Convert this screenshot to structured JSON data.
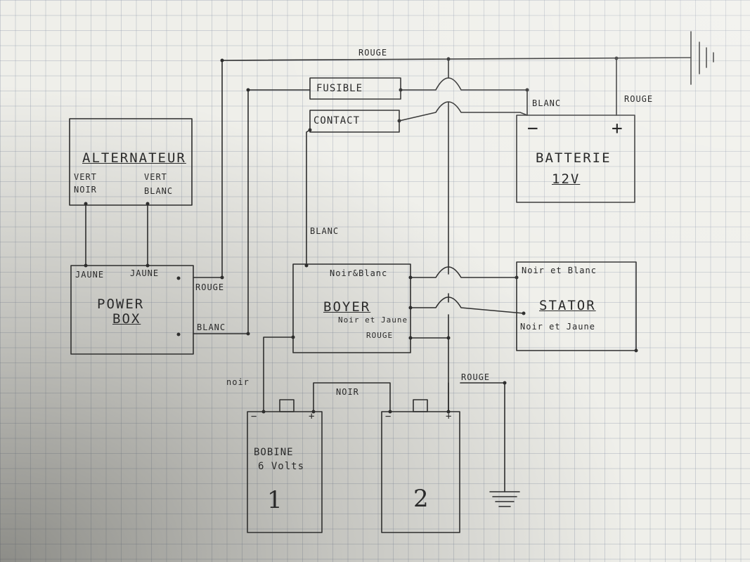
{
  "components": {
    "alternateur": {
      "title": "Alternateur",
      "term1_line1": "Vert",
      "term1_line2": "Noir",
      "term2_line1": "Vert",
      "term2_line2": "Blanc"
    },
    "power_box": {
      "title_line1": "Power",
      "title_line2": "Box",
      "term1": "Jaune",
      "term2": "Jaune"
    },
    "fusible": {
      "label": "Fusible"
    },
    "contact": {
      "label": "Contact"
    },
    "batterie": {
      "title": "Batterie",
      "voltage": "12V",
      "minus": "−",
      "plus": "+"
    },
    "boyer": {
      "title": "Boyer",
      "term_noir_blanc": "Noir&Blanc",
      "term_noir_jaune": "Noir et Jaune",
      "term_rouge": "Rouge"
    },
    "stator": {
      "title": "Stator",
      "term_noir_blanc": "Noir et Blanc",
      "term_noir_jaune": "Noir et Jaune"
    },
    "bobine1": {
      "title_line1": "Bobine",
      "title_line2": "6 Volts",
      "number": "1",
      "minus": "−",
      "plus": "+"
    },
    "bobine2": {
      "number": "2",
      "minus": "−",
      "plus": "+"
    }
  },
  "wire_labels": {
    "rouge_top": "Rouge",
    "rouge_battery": "Rouge",
    "blanc_battery": "Blanc",
    "blanc_contact": "Blanc",
    "rouge_powerbox": "Rouge",
    "blanc_powerbox": "Blanc",
    "noir_bobine1": "noir",
    "noir_bridge": "Noir",
    "rouge_ground": "Rouge"
  },
  "colors": {
    "ink": "#2b2b2b",
    "paper": "#efefea",
    "grid": "#8c96aa"
  }
}
